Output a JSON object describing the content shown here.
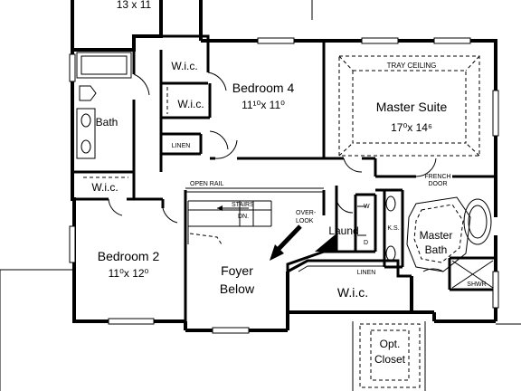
{
  "rooms": {
    "bedroom_top_dims": "13 x 11",
    "bedroom4": {
      "name": "Bedroom 4",
      "dims": "11¹⁰x 11⁰"
    },
    "master_suite": {
      "name": "Master Suite",
      "dims": "17⁰x 14⁶"
    },
    "tray_ceiling": "TRAY CEILING",
    "bedroom2": {
      "name": "Bedroom 2",
      "dims": "11⁰x 12⁰"
    },
    "foyer": {
      "line1": "Foyer",
      "line2": "Below"
    },
    "bath": "Bath",
    "wic_1": "W.i.c.",
    "wic_2": "W.i.c.",
    "wic_3": "W.i.c.",
    "wic_4": "W.i.c.",
    "linen_1": "LINEN",
    "linen_2": "LINEN",
    "open_rail": "OPEN RAIL",
    "stairs": "STAIRS",
    "dn": "DN.",
    "overlook_1": "OVER-",
    "overlook_2": "LOOK",
    "laund": "Laund",
    "ks": "K.S.",
    "w": "W",
    "d": "D",
    "french_door_1": "FRENCH",
    "french_door_2": "DOOR",
    "master_bath": {
      "line1": "Master",
      "line2": "Bath"
    },
    "shwr": "SHWR",
    "opt_closet": {
      "line1": "Opt.",
      "line2": "Closet"
    }
  }
}
